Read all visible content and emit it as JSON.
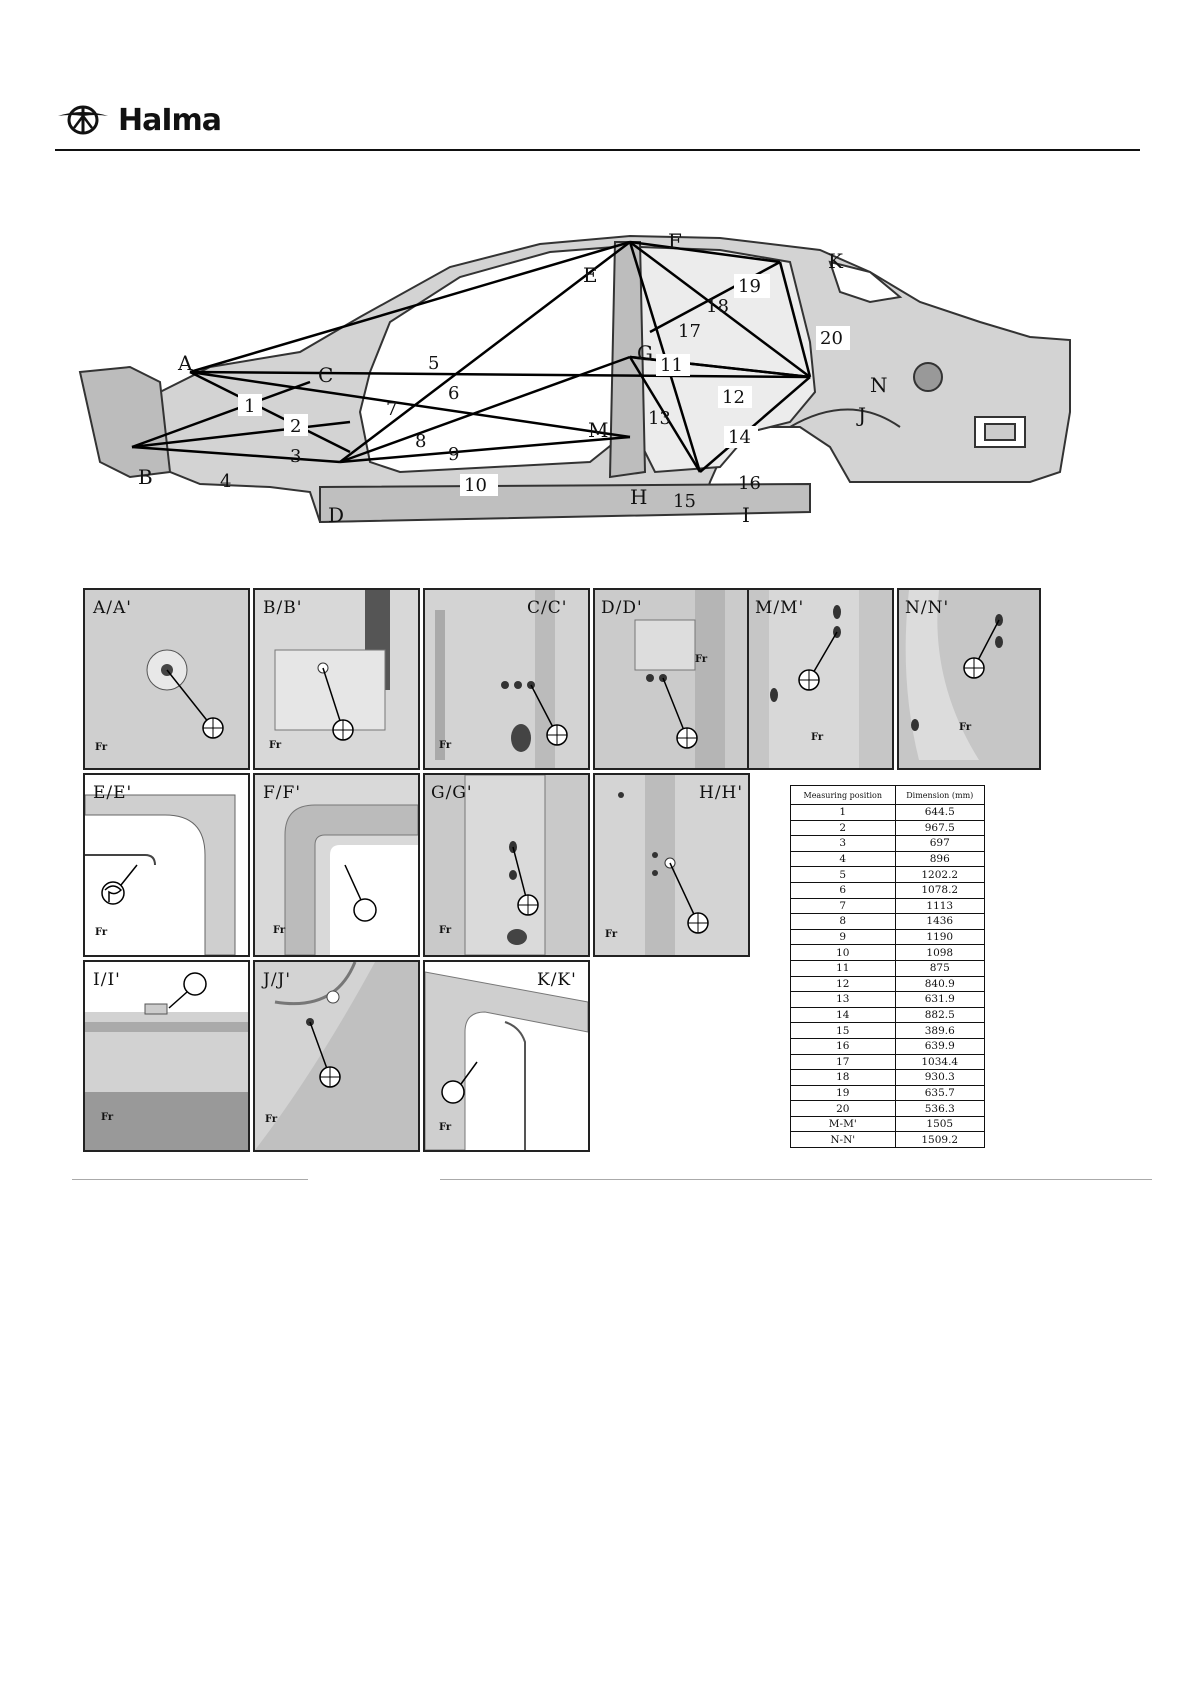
{
  "header": {
    "brand_text": "HaIma"
  },
  "diagram": {
    "point_labels": [
      "A",
      "B",
      "C",
      "D",
      "E",
      "F",
      "G",
      "H",
      "I",
      "J",
      "K",
      "M",
      "N"
    ],
    "measure_labels": [
      "1",
      "2",
      "3",
      "4",
      "5",
      "6",
      "7",
      "8",
      "9",
      "10",
      "11",
      "12",
      "13",
      "14",
      "15",
      "16",
      "17",
      "18",
      "19",
      "20"
    ]
  },
  "panels": [
    {
      "label": "A/A'",
      "fr": "Fr"
    },
    {
      "label": "B/B'",
      "fr": "Fr"
    },
    {
      "label": "C/C'",
      "fr": "Fr"
    },
    {
      "label": "D/D'",
      "fr": "Fr"
    },
    {
      "label": "M/M'",
      "fr": "Fr"
    },
    {
      "label": "N/N'",
      "fr": "Fr"
    },
    {
      "label": "E/E'",
      "fr": "Fr"
    },
    {
      "label": "F/F'",
      "fr": "Fr"
    },
    {
      "label": "G/G'",
      "fr": "Fr"
    },
    {
      "label": "H/H'",
      "fr": "Fr"
    },
    {
      "label": "I/I'",
      "fr": "Fr"
    },
    {
      "label": "J/J'",
      "fr": "Fr"
    },
    {
      "label": "K/K'",
      "fr": "Fr"
    }
  ],
  "table": {
    "headers": [
      "Measuring position",
      "Dimension (mm)"
    ],
    "rows": [
      [
        "1",
        "644.5"
      ],
      [
        "2",
        "967.5"
      ],
      [
        "3",
        "697"
      ],
      [
        "4",
        "896"
      ],
      [
        "5",
        "1202.2"
      ],
      [
        "6",
        "1078.2"
      ],
      [
        "7",
        "1113"
      ],
      [
        "8",
        "1436"
      ],
      [
        "9",
        "1190"
      ],
      [
        "10",
        "1098"
      ],
      [
        "11",
        "875"
      ],
      [
        "12",
        "840.9"
      ],
      [
        "13",
        "631.9"
      ],
      [
        "14",
        "882.5"
      ],
      [
        "15",
        "389.6"
      ],
      [
        "16",
        "639.9"
      ],
      [
        "17",
        "1034.4"
      ],
      [
        "18",
        "930.3"
      ],
      [
        "19",
        "635.7"
      ],
      [
        "20",
        "536.3"
      ],
      [
        "M-M'",
        "1505"
      ],
      [
        "N-N'",
        "1509.2"
      ]
    ]
  }
}
